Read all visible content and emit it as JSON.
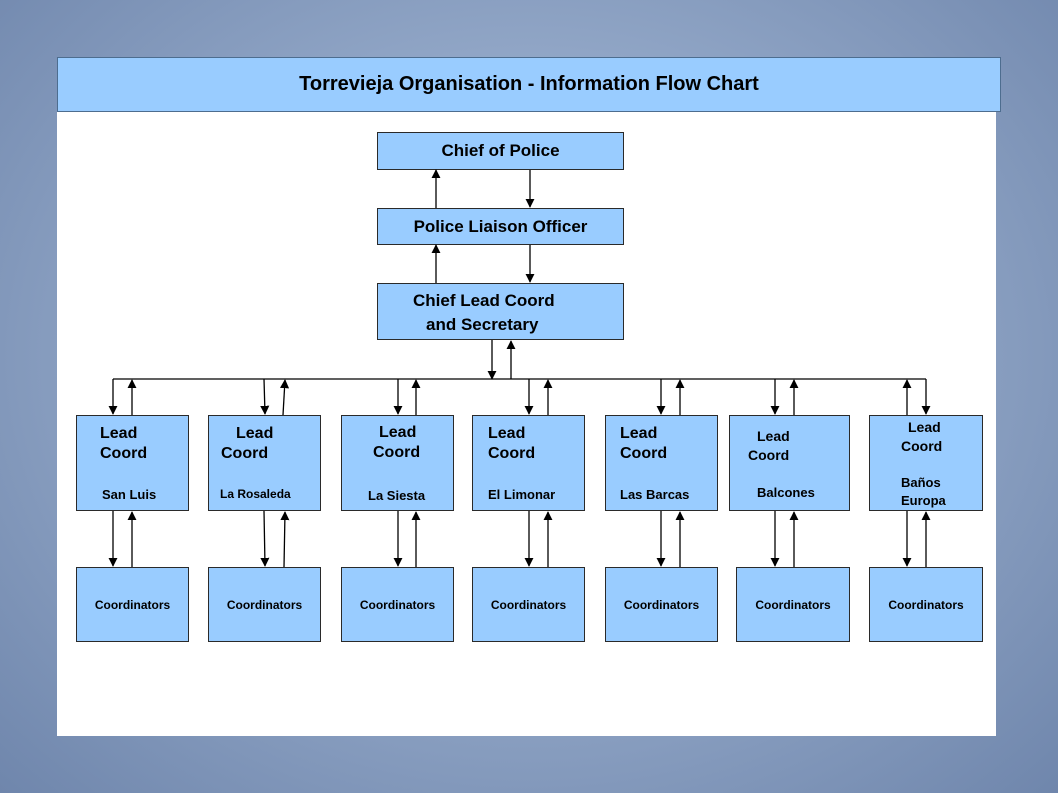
{
  "title": "Torrevieja Organisation - Information Flow Chart",
  "top_nodes": {
    "chief_of_police": "Chief of Police",
    "liaison_officer": "Police Liaison Officer",
    "chief_lead_line1": "Chief Lead Coord",
    "chief_lead_line2": "and  Secretary"
  },
  "leads": [
    {
      "line1": "Lead",
      "line2": "Coord",
      "area1": "San Luis",
      "area2": ""
    },
    {
      "line1": "Lead",
      "line2": "Coord",
      "area1": "La Rosaleda",
      "area2": ""
    },
    {
      "line1": "Lead",
      "line2": "Coord",
      "area1": "La Siesta",
      "area2": ""
    },
    {
      "line1": "Lead",
      "line2": "Coord",
      "area1": "El Limonar",
      "area2": ""
    },
    {
      "line1": "Lead",
      "line2": "Coord",
      "area1": "Las Barcas",
      "area2": ""
    },
    {
      "line1": "Lead",
      "line2": "Coord",
      "area1": "Balcones",
      "area2": ""
    },
    {
      "line1": "Lead",
      "line2": "Coord",
      "area1": "Baños",
      "area2": "Europa"
    }
  ],
  "coordinators": [
    "Coordinators",
    "Coordinators",
    "Coordinators",
    "Coordinators",
    "Coordinators",
    "Coordinators",
    "Coordinators"
  ],
  "colors": {
    "box_fill": "#99ccff",
    "title_fill": "#99ccff",
    "line": "#000000"
  }
}
